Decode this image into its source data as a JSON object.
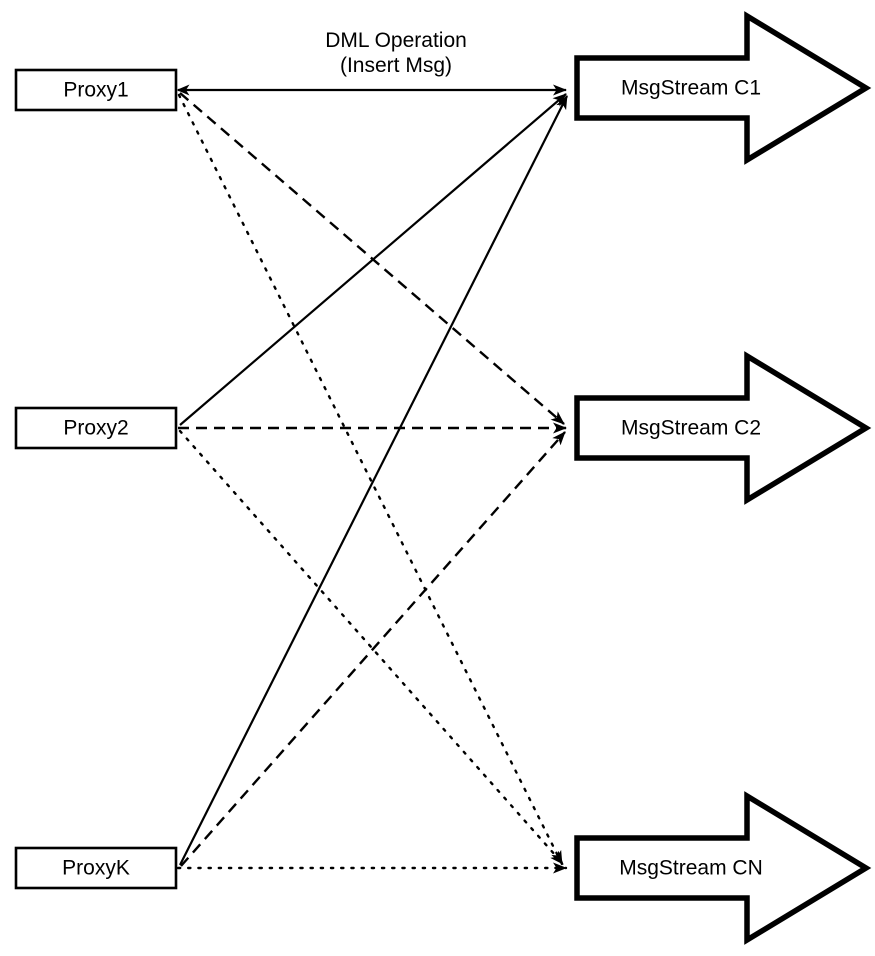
{
  "diagram": {
    "title_annotation": {
      "line1": "DML Operation",
      "line2": "(Insert Msg)"
    },
    "colors": {
      "stroke": "#000000",
      "fill": "#ffffff",
      "background": "#ffffff"
    },
    "proxies": [
      {
        "id": "proxy1",
        "label": "Proxy1"
      },
      {
        "id": "proxy2",
        "label": "Proxy2"
      },
      {
        "id": "proxyk",
        "label": "ProxyK"
      }
    ],
    "streams": [
      {
        "id": "stream-c1",
        "label": "MsgStream C1"
      },
      {
        "id": "stream-c2",
        "label": "MsgStream C2"
      },
      {
        "id": "stream-cn",
        "label": "MsgStream CN"
      }
    ],
    "edges": [
      {
        "id": "proxy1-to-c1",
        "from": "Proxy1",
        "to": "MsgStream C1",
        "style": "solid"
      },
      {
        "id": "proxy1-to-c2",
        "from": "Proxy1",
        "to": "MsgStream C2",
        "style": "dashed"
      },
      {
        "id": "proxy1-to-cn",
        "from": "Proxy1",
        "to": "MsgStream CN",
        "style": "dotted"
      },
      {
        "id": "proxy2-to-c1",
        "from": "Proxy2",
        "to": "MsgStream C1",
        "style": "solid"
      },
      {
        "id": "proxy2-to-c2",
        "from": "Proxy2",
        "to": "MsgStream C2",
        "style": "dashed"
      },
      {
        "id": "proxy2-to-cn",
        "from": "Proxy2",
        "to": "MsgStream CN",
        "style": "dotted"
      },
      {
        "id": "proxyk-to-c1",
        "from": "ProxyK",
        "to": "MsgStream C1",
        "style": "solid"
      },
      {
        "id": "proxyk-to-c2",
        "from": "ProxyK",
        "to": "MsgStream C2",
        "style": "dashed"
      },
      {
        "id": "proxyk-to-cn",
        "from": "ProxyK",
        "to": "MsgStream CN",
        "style": "dotted"
      }
    ]
  }
}
